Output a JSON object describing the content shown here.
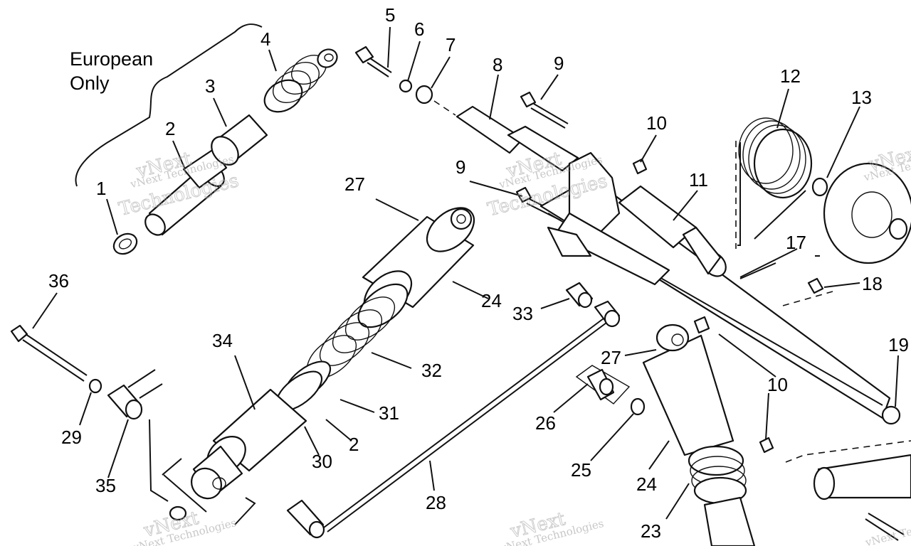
{
  "note": {
    "line1": "European",
    "line2": "Only"
  },
  "callouts": {
    "n1": "1",
    "n2a": "2",
    "n2b": "2",
    "n3": "3",
    "n4": "4",
    "n5": "5",
    "n6": "6",
    "n7": "7",
    "n8": "8",
    "n9a": "9",
    "n9b": "9",
    "n10a": "10",
    "n10b": "10",
    "n11": "11",
    "n12": "12",
    "n13": "13",
    "n17": "17",
    "n18": "18",
    "n19": "19",
    "n23": "23",
    "n24a": "24",
    "n24b": "24",
    "n25": "25",
    "n26": "26",
    "n27a": "27",
    "n27b": "27",
    "n28": "28",
    "n29": "29",
    "n30": "30",
    "n31": "31",
    "n32": "32",
    "n33": "33",
    "n34": "34",
    "n35": "35",
    "n36": "36"
  },
  "watermark": {
    "line1": "vNext",
    "line2": "Technologies",
    "small": "vNext Technologies"
  }
}
